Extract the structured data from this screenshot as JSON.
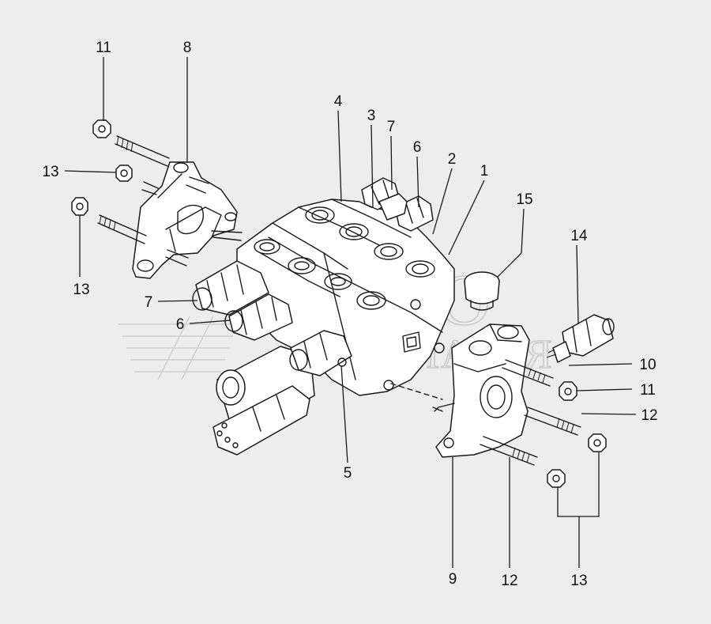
{
  "watermark": {
    "line1": "АВТО",
    "line2": "АВТОЛАДЬЯ"
  },
  "callouts": [
    {
      "id": "c11-top",
      "label": "11"
    },
    {
      "id": "c8",
      "label": "8"
    },
    {
      "id": "c13-left",
      "label": "13"
    },
    {
      "id": "c13-left-low",
      "label": "13"
    },
    {
      "id": "c4",
      "label": "4"
    },
    {
      "id": "c3",
      "label": "3"
    },
    {
      "id": "c7-top",
      "label": "7"
    },
    {
      "id": "c6-top",
      "label": "6"
    },
    {
      "id": "c2",
      "label": "2"
    },
    {
      "id": "c1",
      "label": "1"
    },
    {
      "id": "c15",
      "label": "15"
    },
    {
      "id": "c14",
      "label": "14"
    },
    {
      "id": "c7-left",
      "label": "7"
    },
    {
      "id": "c6-left",
      "label": "6"
    },
    {
      "id": "c10",
      "label": "10"
    },
    {
      "id": "c11-right",
      "label": "11"
    },
    {
      "id": "c12-right",
      "label": "12"
    },
    {
      "id": "c5",
      "label": "5"
    },
    {
      "id": "c9",
      "label": "9"
    },
    {
      "id": "c12-bottom",
      "label": "12"
    },
    {
      "id": "c13-bottom",
      "label": "13"
    }
  ],
  "colors": {
    "background": "#ededed",
    "line": "#1a1a1a",
    "watermark": "#c9c9c9"
  }
}
